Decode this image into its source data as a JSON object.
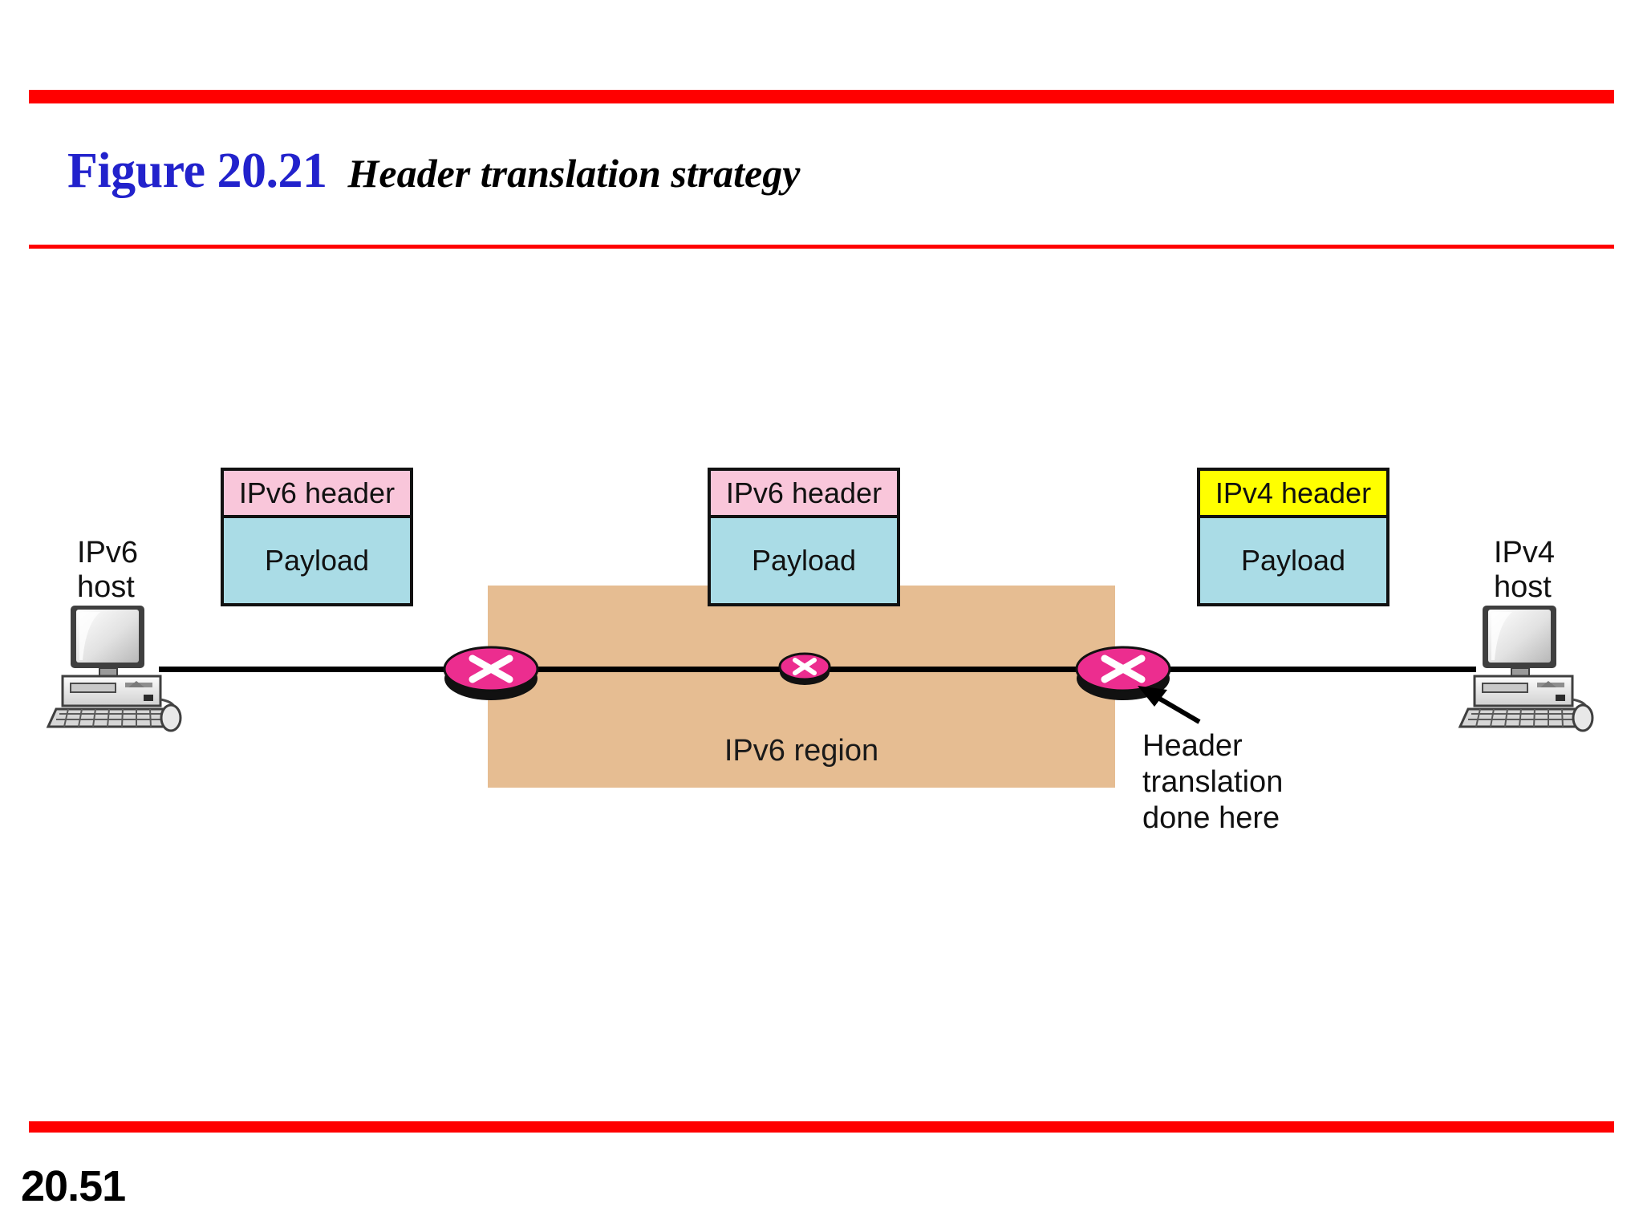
{
  "slide": {
    "page_number": "20.51",
    "accent_rule_color": "#ff0000",
    "figure_number": "Figure 20.21",
    "figure_caption": "Header translation strategy",
    "figure_number_color": "#2222cc"
  },
  "diagram": {
    "region": {
      "label": "IPv6 region",
      "fill_color": "#e6bd92"
    },
    "hosts": [
      {
        "name": "ipv6-host",
        "line1": "IPv6",
        "line2": "host"
      },
      {
        "name": "ipv4-host",
        "line1": "IPv4",
        "line2": "host"
      }
    ],
    "packets": [
      {
        "name": "packet-left",
        "header_label": "IPv6 header",
        "header_color": "#f9c6da",
        "payload_label": "Payload",
        "payload_color": "#aadce6"
      },
      {
        "name": "packet-middle",
        "header_label": "IPv6 header",
        "header_color": "#f9c6da",
        "payload_label": "Payload",
        "payload_color": "#aadce6"
      },
      {
        "name": "packet-right",
        "header_label": "IPv4 header",
        "header_color": "#ffff00",
        "payload_label": "Payload",
        "payload_color": "#aadce6"
      }
    ],
    "routers": [
      {
        "name": "router-ingress",
        "size": "large"
      },
      {
        "name": "router-core",
        "size": "small"
      },
      {
        "name": "router-egress",
        "size": "large"
      }
    ],
    "router_color": "#ec2d8f",
    "annotation": {
      "text": "Header\ntranslation\ndone here",
      "points_to": "router-egress"
    }
  }
}
